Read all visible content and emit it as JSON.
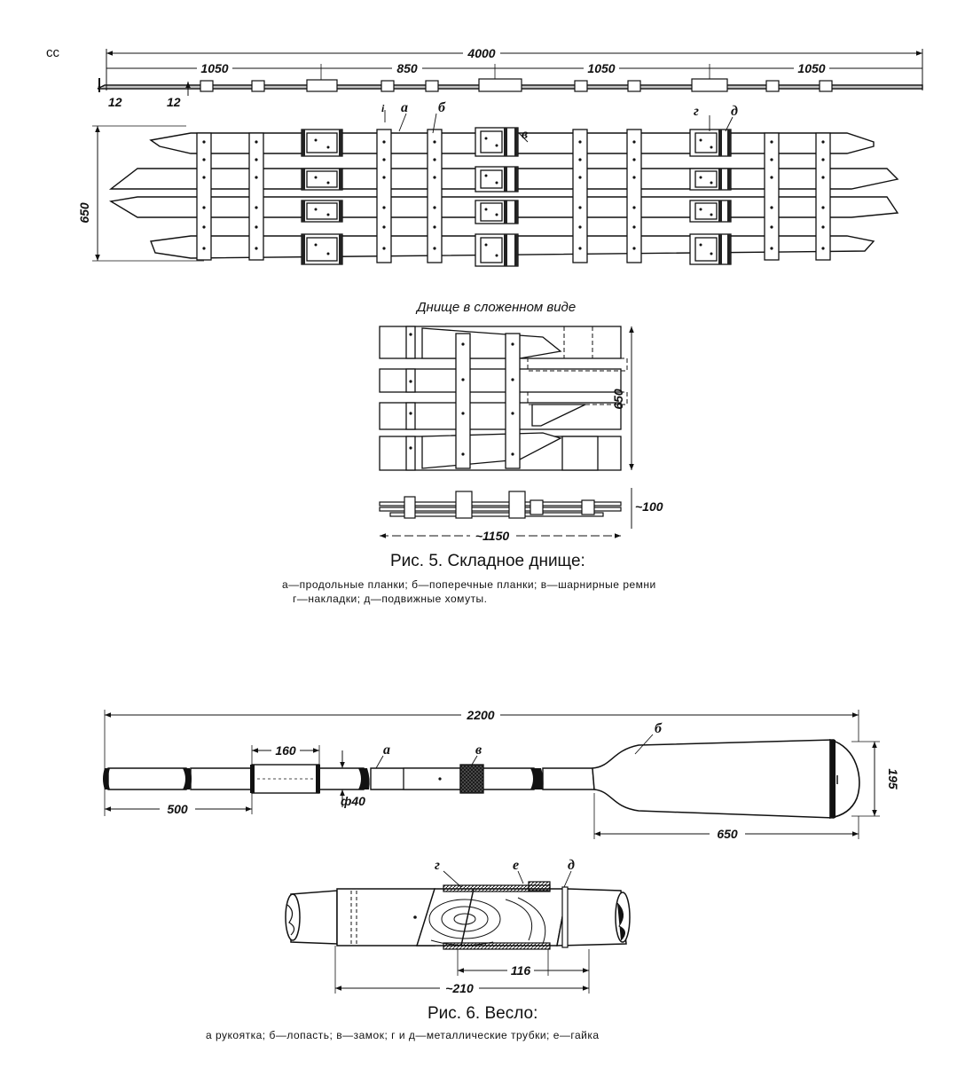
{
  "corner_mark": "cc",
  "fig5": {
    "dims": {
      "total_length": "4000",
      "seg1": "1050",
      "seg2": "850",
      "seg3": "1050",
      "seg4": "1050",
      "end_a": "12",
      "end_b": "12",
      "width": "650"
    },
    "labels": {
      "a": "а",
      "b": "б",
      "v": "в",
      "g": "г",
      "d": "д",
      "i": "і"
    },
    "folded_title": "Днище в сложенном виде",
    "folded_dims": {
      "height": "650",
      "length": "~1150",
      "thickness": "~100"
    },
    "caption_title": "Рис. 5. Складное днище:",
    "legend_line1": "а—продольные планки; б—поперечные планки; в—шарнирные ремни",
    "legend_line2": "г—накладки; д—подвижные хомуты."
  },
  "fig6": {
    "dims": {
      "total_length": "2200",
      "sleeve": "160",
      "handle": "500",
      "diameter": "ф40",
      "blade_length": "650",
      "blade_width": "195",
      "joint_inner": "116",
      "joint_total": "~210"
    },
    "labels": {
      "a": "а",
      "b": "б",
      "v": "в",
      "g": "г",
      "e": "е",
      "d": "д"
    },
    "caption_title": "Рис. 6. Весло:",
    "legend": "а рукоятка; б—лопасть; в—замок; г и д—металлические трубки; е—гайка"
  }
}
